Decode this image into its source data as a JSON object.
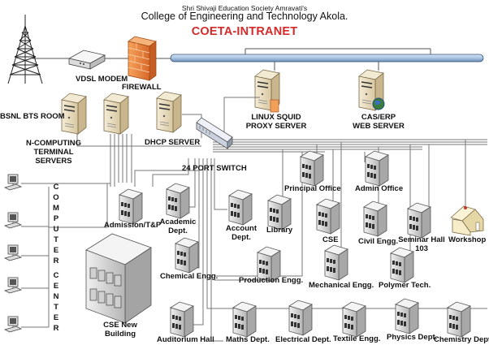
{
  "header": {
    "society": "Shri Shivaji Education Society Amravati's",
    "college": "College of Engineering and Technology Akola.",
    "title": "COETA-INTRANET"
  },
  "colors": {
    "title": "#d42a2a",
    "backbone": "#a9c4e2",
    "firewall": "#f08a3c",
    "server": "#e9dcc0",
    "building": "#c9c9c9",
    "lines": "#6a6a6a"
  },
  "nodes": {
    "bts": {
      "label": "BSNL BTS ROOM",
      "icon": "tower-icon"
    },
    "modem": {
      "label": "VDSL MODEM",
      "icon": "modem-icon"
    },
    "firewall": {
      "label": "FIREWALL",
      "icon": "firewall-icon"
    },
    "proxy": {
      "label_line1": "LINUX SQUID",
      "label_line2": "PROXY SERVER",
      "icon": "server-icon"
    },
    "web": {
      "label_line1": "CAS/ERP",
      "label_line2": "WEB SERVER",
      "icon": "web-server-icon"
    },
    "ncomp": {
      "label_line1": "N-COMPUTING",
      "label_line2": "TERMINAL",
      "label_line3": "SERVERS",
      "icon": "server-icon"
    },
    "dhcp": {
      "label": "DHCP SERVER",
      "icon": "server-icon"
    },
    "switch": {
      "label": "24 PORT SWITCH",
      "icon": "switch-icon"
    },
    "computer_center": {
      "word1": [
        "C",
        "O",
        "M",
        "P",
        "U",
        "T",
        "E",
        "R"
      ],
      "word2": [
        "C",
        "E",
        "N",
        "T",
        "E",
        "R"
      ]
    },
    "cse_new": {
      "label_line1": "CSE New",
      "label_line2": "Building",
      "icon": "building-icon"
    },
    "workshop": {
      "label": "Workshop",
      "icon": "house-icon"
    }
  },
  "departments": [
    {
      "id": "admission",
      "label": "Admission/T&P"
    },
    {
      "id": "academic",
      "label_line1": "Academic",
      "label_line2": "Dept."
    },
    {
      "id": "account",
      "label_line1": "Account",
      "label_line2": "Dept."
    },
    {
      "id": "library",
      "label": "Library"
    },
    {
      "id": "principal",
      "label": "Principal Office"
    },
    {
      "id": "admin",
      "label": "Admin Office"
    },
    {
      "id": "cse",
      "label": "CSE"
    },
    {
      "id": "civil",
      "label": "Civil Engg."
    },
    {
      "id": "seminar",
      "label_line1": "Seminar Hall",
      "label_line2": "103"
    },
    {
      "id": "chemical",
      "label": "Chemical Engg."
    },
    {
      "id": "production",
      "label": "Production Engg."
    },
    {
      "id": "mechanical",
      "label": "Mechanical Engg."
    },
    {
      "id": "polymer",
      "label": "Polymer Tech."
    },
    {
      "id": "auditorium",
      "label": "Auditorium Hall"
    },
    {
      "id": "maths",
      "label": "Maths Dept."
    },
    {
      "id": "electrical",
      "label": "Electrical Dept."
    },
    {
      "id": "textile",
      "label": "Textile Engg."
    },
    {
      "id": "physics",
      "label": "Physics Dept."
    },
    {
      "id": "chemistry",
      "label": "Chemistry Dept."
    }
  ]
}
